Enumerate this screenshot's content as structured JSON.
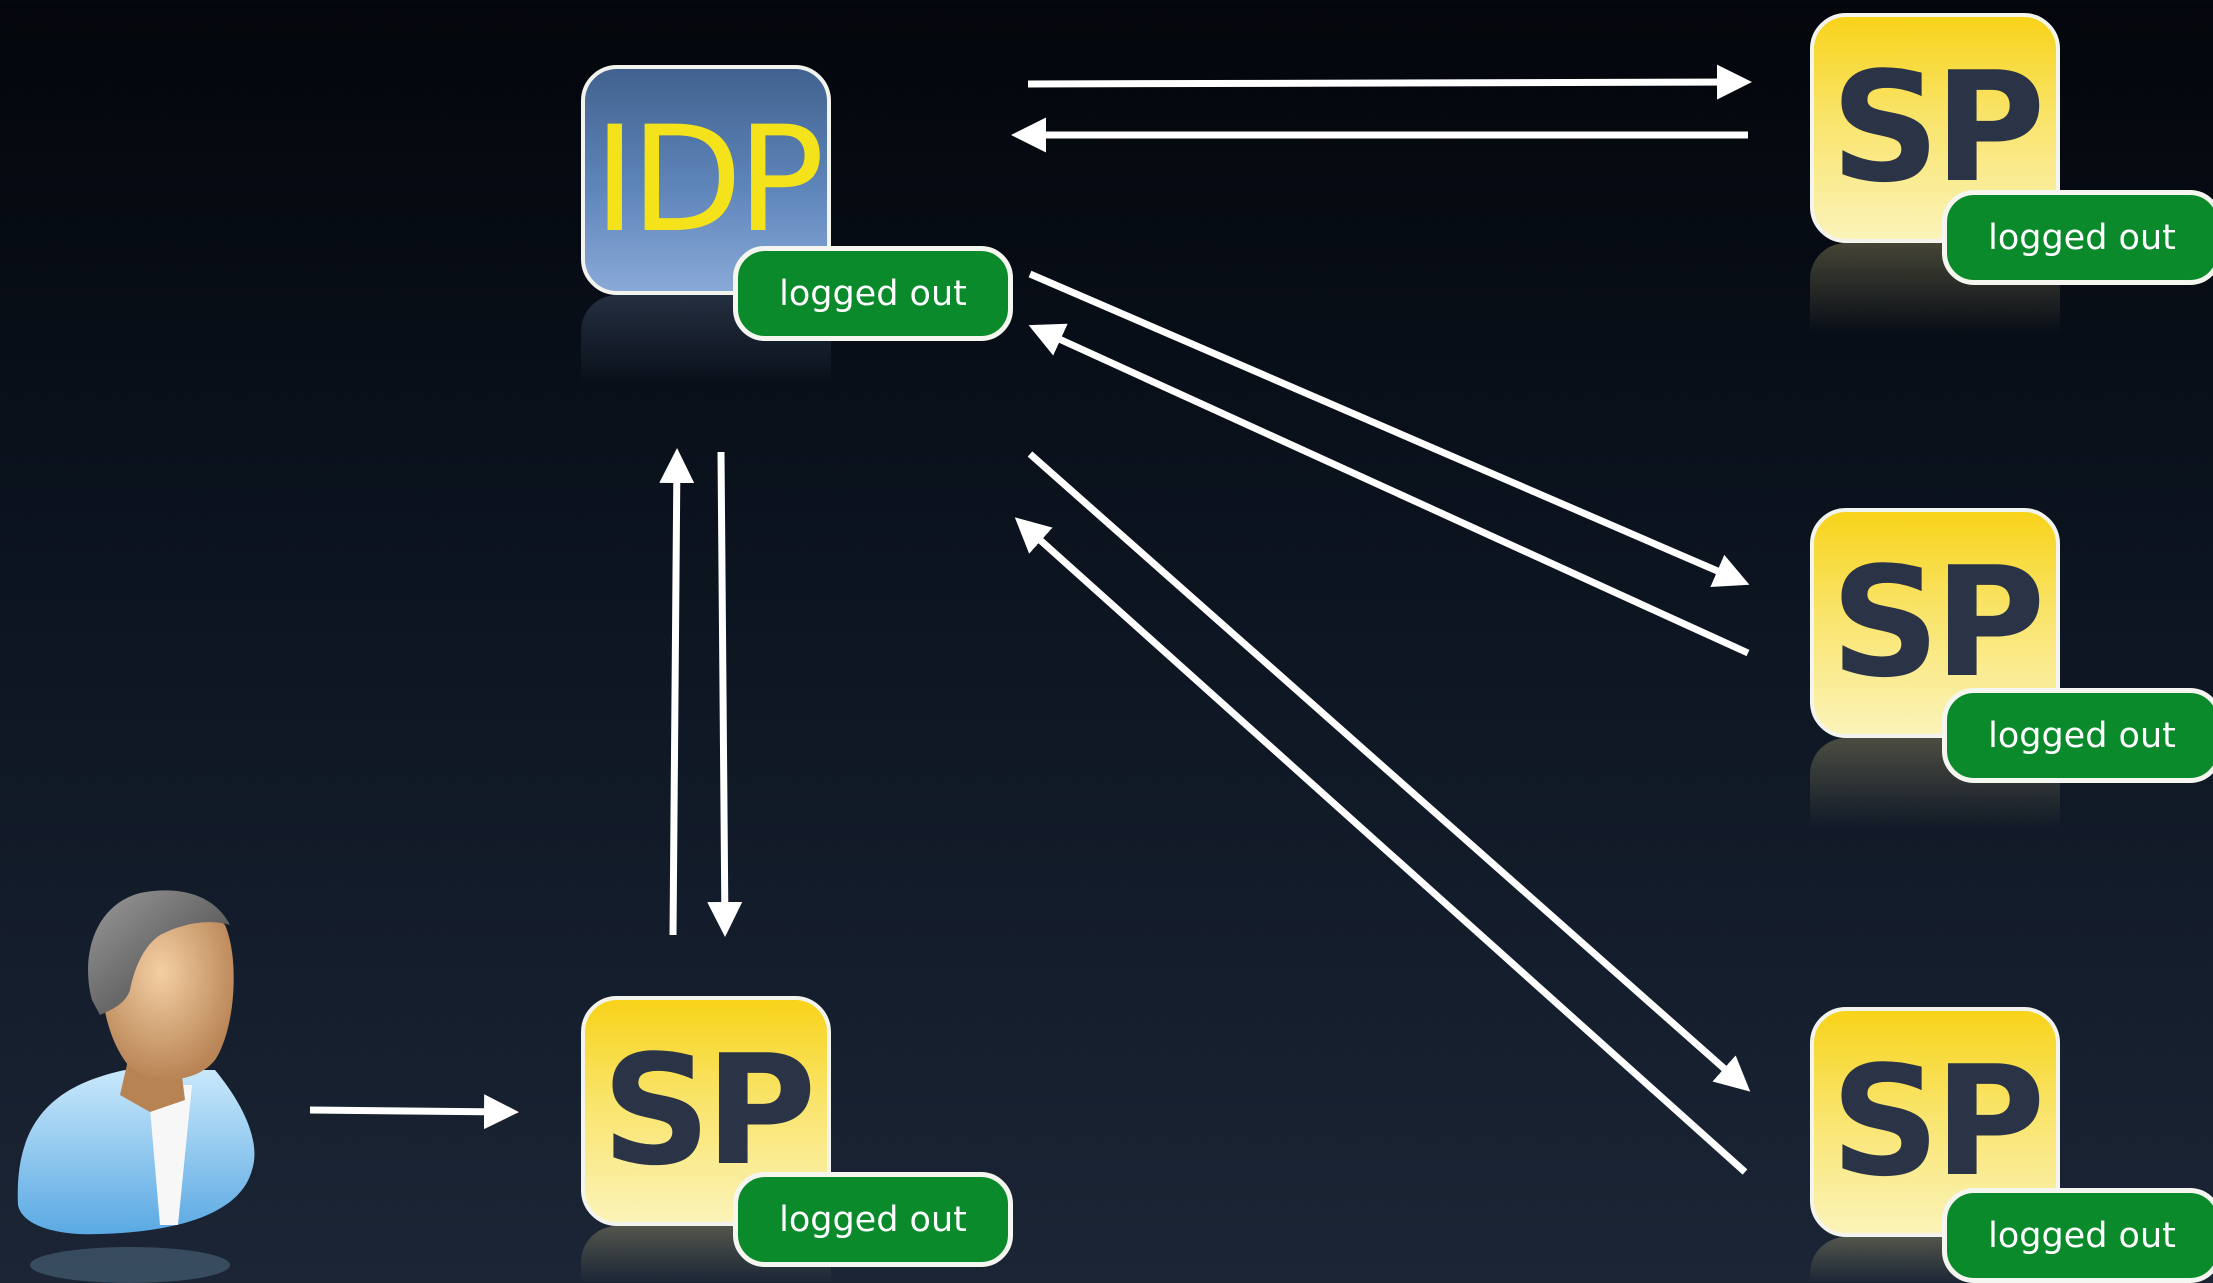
{
  "idp": {
    "label": "IDP",
    "status": "logged out"
  },
  "sp_main": {
    "label": "SP",
    "status": "logged out"
  },
  "sp_top": {
    "label": "SP",
    "status": "logged out"
  },
  "sp_middle": {
    "label": "SP",
    "status": "logged out"
  },
  "sp_bottom": {
    "label": "SP",
    "status": "logged out"
  },
  "colors": {
    "idp_fill": "#5a7fb3",
    "idp_text": "#f4e21b",
    "sp_fill": "#f9dd4a",
    "sp_text": "#2b3446",
    "status_badge": "#0a8a2b",
    "arrow": "#ffffff"
  },
  "icons": [
    "user-avatar-icon"
  ]
}
